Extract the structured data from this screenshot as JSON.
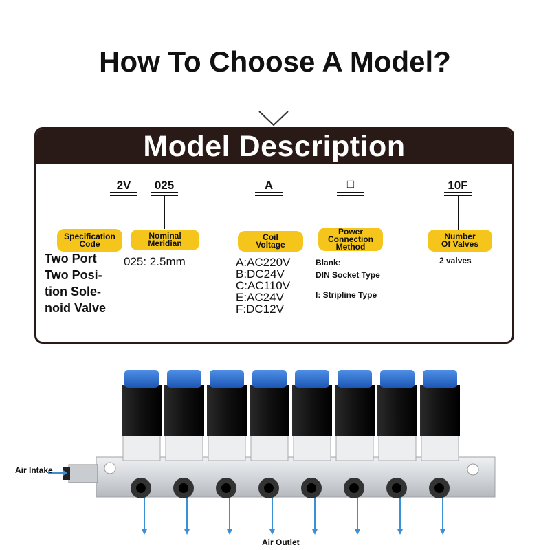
{
  "heading": "How To Choose A Model?",
  "card_title": "Model Description",
  "segments": [
    {
      "code": "2V",
      "label_lines": [
        "Specification",
        "Code"
      ],
      "description_lines": [
        "Two Port",
        "Two Posi-",
        "tion Sole-",
        "noid Valve"
      ]
    },
    {
      "code": "025",
      "label_lines": [
        "Nominal",
        "Meridian"
      ],
      "description_lines": [
        "025: 2.5mm"
      ]
    },
    {
      "code": "A",
      "label_lines": [
        "Coil",
        "Voltage"
      ],
      "description_lines": [
        "A:AC220V",
        "B:DC24V",
        "C:AC110V",
        "E:AC24V",
        "F:DC12V"
      ]
    },
    {
      "code": "□",
      "label_lines": [
        "Power",
        "Connection",
        "Method"
      ],
      "description_lines": [
        "Blank:",
        "DIN Socket Type",
        "I: Stripline Type"
      ]
    },
    {
      "code": "10F",
      "label_lines": [
        "Number",
        "Of Valves"
      ],
      "description_lines": [
        "2 valves"
      ]
    }
  ],
  "photo_labels": {
    "intake": "Air Intake",
    "outlet": "Air Outlet"
  },
  "colors": {
    "header": "#2a1a17",
    "pill": "#f6c51c",
    "cap": "#2f6fd1",
    "coil": "#1a1a1a",
    "manifold": "#d7d9dc",
    "arrow": "#3b8fd6"
  }
}
